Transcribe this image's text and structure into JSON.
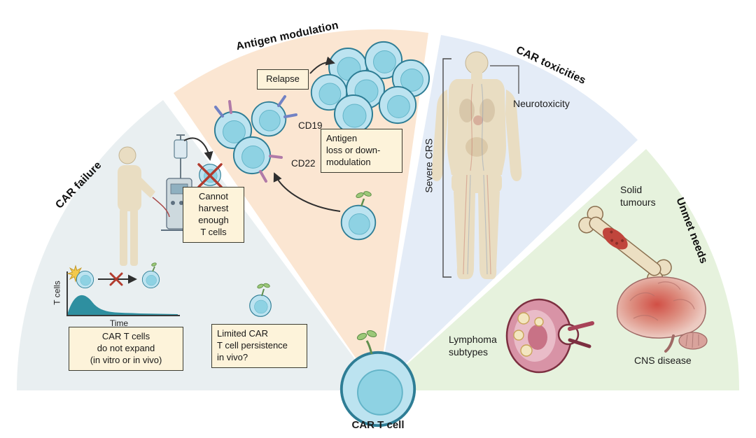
{
  "center": {
    "label": "CAR T cell"
  },
  "sections": {
    "car_failure": {
      "label": "CAR failure",
      "harvest_box": "Cannot\nharvest\nenough\nT cells",
      "expand_box": "CAR T cells\ndo not expand\n(in vitro or in vivo)",
      "persistence_box": "Limited CAR\nT cell persistence\nin vivo?",
      "chart": {
        "ylabel": "T cells",
        "xlabel": "Time"
      }
    },
    "antigen_modulation": {
      "label": "Antigen modulation",
      "relapse_box": "Relapse",
      "cd19_label": "CD19",
      "cd22_label": "CD22",
      "antigen_loss_box": "Antigen\nloss or down-\nmodulation"
    },
    "car_toxicities": {
      "label": "CAR toxicities",
      "severe_crs_label": "Severe CRS",
      "neurotoxicity_label": "Neurotoxicity"
    },
    "unmet_needs": {
      "label": "Unmet needs",
      "solid_tumours_label": "Solid\ntumours",
      "lymphoma_label": "Lymphoma\nsubtypes",
      "cns_label": "CNS disease"
    }
  },
  "colors": {
    "wedge_failure": "#e9eff1",
    "wedge_antigen": "#fbe6d2",
    "wedge_toxicity": "#e4ecf7",
    "wedge_unmet": "#e6f2dd",
    "cell_fill": "#bce3f0",
    "cell_nucleus": "#8ed2e3",
    "cell_stroke": "#2e7d95",
    "box_bg": "#fdf3da",
    "box_border": "#3c3c30",
    "cross_red": "#b23b2e",
    "body_fill": "#e9ddc2"
  }
}
